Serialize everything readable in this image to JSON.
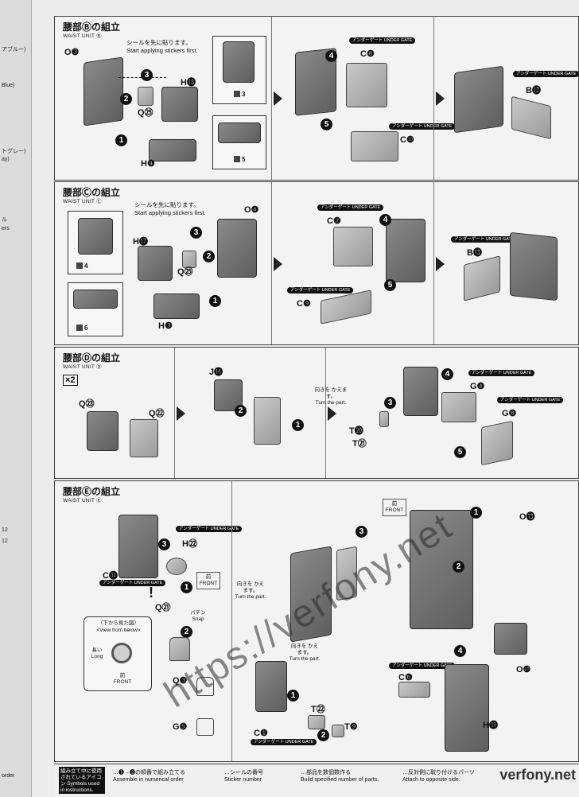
{
  "left_strip": {
    "labels": [
      "アブルー)",
      "Blue)",
      "トグレー)",
      "ay)",
      "ル",
      "ers",
      "12",
      "12"
    ]
  },
  "sections": [
    {
      "title": "腰部Ⓑの組立",
      "subtitle": "WAIST UNIT Ⓑ",
      "note_ja": "シールを先に貼ります。",
      "note_en": "Start applying stickers first.",
      "parts": [
        "O❸",
        "H⓲",
        "Q㉕",
        "H❹",
        "C❽",
        "C❿",
        "B⓬"
      ],
      "stickers": [
        "3",
        "5"
      ],
      "steps": [
        "1",
        "2",
        "3",
        "4",
        "5"
      ],
      "under_gate": "アンダーゲート UNDER GATE"
    },
    {
      "title": "腰部Ⓒの組立",
      "subtitle": "WAIST UNIT Ⓒ",
      "note_ja": "シールを先に貼ります。",
      "note_en": "Start applying stickers first.",
      "parts": [
        "H⓱",
        "O❹",
        "Q㉕",
        "H❸",
        "C❼",
        "C❾",
        "B⓭"
      ],
      "stickers": [
        "4",
        "6"
      ],
      "steps": [
        "1",
        "2",
        "3",
        "4",
        "5"
      ]
    },
    {
      "title": "腰部Ⓓの組立",
      "subtitle": "WAIST UNIT Ⓓ",
      "x2": "×2",
      "parts": [
        "Q㉓",
        "Q㉒",
        "J⓮",
        "T⓴",
        "T㉑",
        "G❹",
        "G❽"
      ],
      "turn_ja": "向きを かえます。",
      "turn_en": "Turn the part.",
      "steps": [
        "1",
        "2",
        "3",
        "4",
        "5"
      ]
    },
    {
      "title": "腰部Ⓔの組立",
      "subtitle": "WAIST UNIT Ⓔ",
      "parts": [
        "H㉒",
        "C⓫",
        "Q㉑",
        "Q❸",
        "G❺",
        "C❶",
        "T㉒",
        "T❾",
        "C❻",
        "O❿",
        "H⓫",
        "O⓭"
      ],
      "view_ja": "〈下から見た図〉",
      "view_en": "<View from below>",
      "long_ja": "長い",
      "long_en": "Long",
      "front_ja": "前",
      "front_en": "FRONT",
      "snap_ja": "パチン",
      "snap_en": "Snap",
      "turn_ja": "向きを かえます。",
      "turn_en": "Turn the part.",
      "steps": [
        "1",
        "2",
        "3",
        "4"
      ]
    }
  ],
  "legend": {
    "box": "組み立て中に使用 されているアイコン Symbols used in instructions.",
    "items": [
      {
        "ja": "…❶→❷の順番で組み立てる",
        "en": "Assemble in numerical order"
      },
      {
        "ja": "…シールの番号",
        "en": "Sticker number"
      },
      {
        "ja": "…部品を数個数作る",
        "en": "Build specified number of parts."
      },
      {
        "ja": "…反対側に取り付けるパーツ",
        "en": "Attach to opposite side."
      }
    ],
    "left": "order"
  },
  "watermark": "https://verfony.net",
  "brand": "verfony.net"
}
